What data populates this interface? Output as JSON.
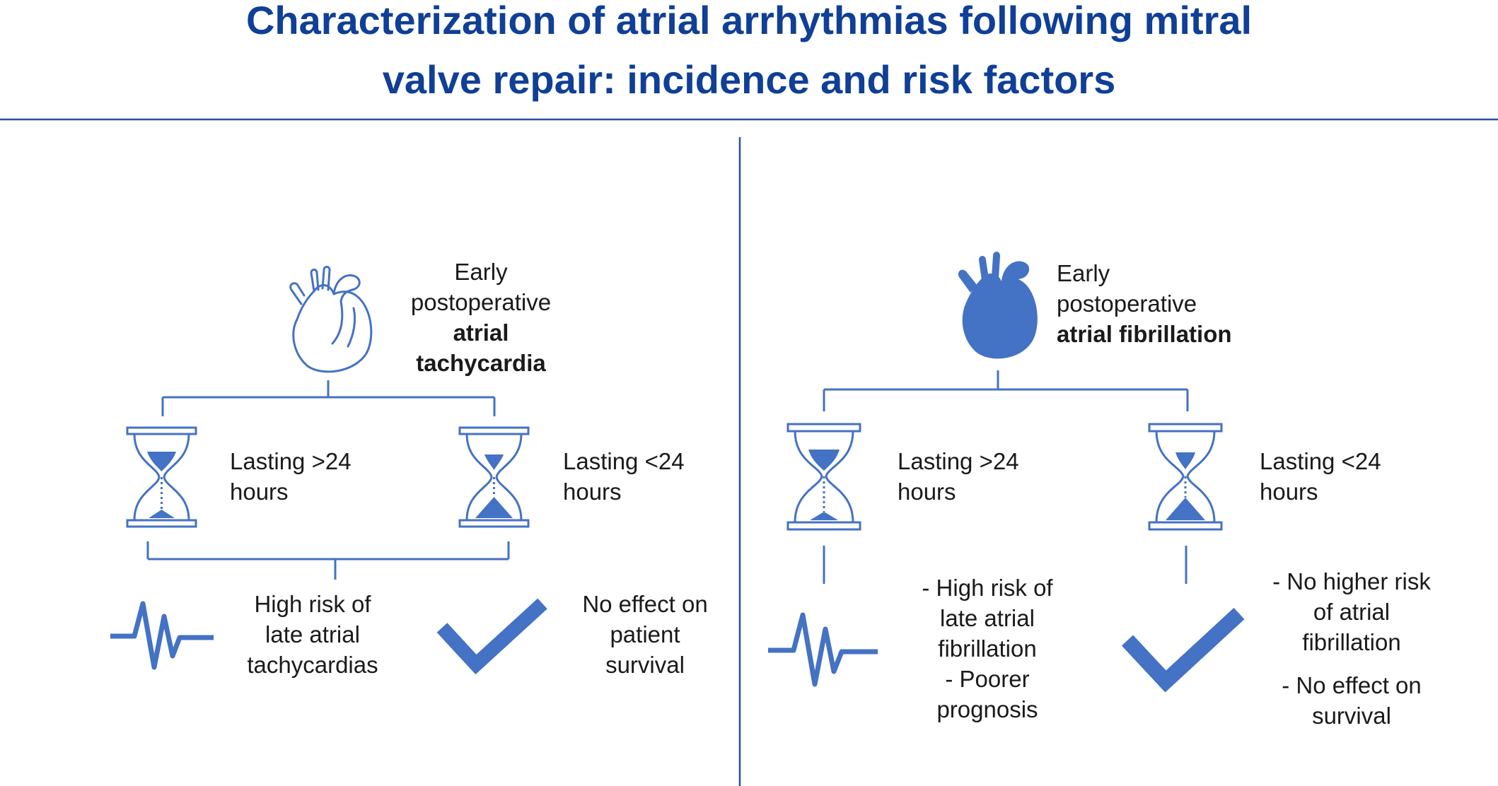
{
  "title": {
    "line1": "Characterization of atrial arrhythmias following mitral",
    "line2": "valve repair: incidence and risk factors"
  },
  "left": {
    "heading": {
      "line1": "Early",
      "line2": "postoperative",
      "line3": "atrial",
      "line4": "tachycardia"
    },
    "branch_a": {
      "line1": "Lasting >24",
      "line2": "hours"
    },
    "branch_b": {
      "line1": "Lasting <24",
      "line2": "hours"
    },
    "outcome_a": {
      "line1": "High risk of",
      "line2": "late atrial",
      "line3": "tachycardias"
    },
    "outcome_b": {
      "line1": "No effect on",
      "line2": "patient",
      "line3": "survival"
    }
  },
  "right": {
    "heading": {
      "line1": "Early",
      "line2": "postoperative",
      "line3": "atrial fibrillation"
    },
    "branch_a": {
      "line1": "Lasting >24",
      "line2": "hours"
    },
    "branch_b": {
      "line1": "Lasting <24",
      "line2": "hours"
    },
    "outcome_a": {
      "line1": "- High risk of",
      "line2": "late atrial",
      "line3": "fibrillation",
      "line4": "- Poorer",
      "line5": "prognosis"
    },
    "outcome_b": {
      "line1": "- No higher risk",
      "line2": "of atrial",
      "line3": "fibrillation",
      "line4": "- No effect on",
      "line5": "survival"
    }
  },
  "icons": {
    "heart_outline": "heart-outline-icon",
    "heart_filled": "heart-filled-icon",
    "hourglass": "hourglass-icon",
    "pulse": "pulse-wave-icon",
    "check": "checkmark-icon"
  },
  "colors": {
    "title": "#0f3f96",
    "divider": "#2a4ea0",
    "icon": "#4472c4",
    "text": "#1a1a1a"
  }
}
